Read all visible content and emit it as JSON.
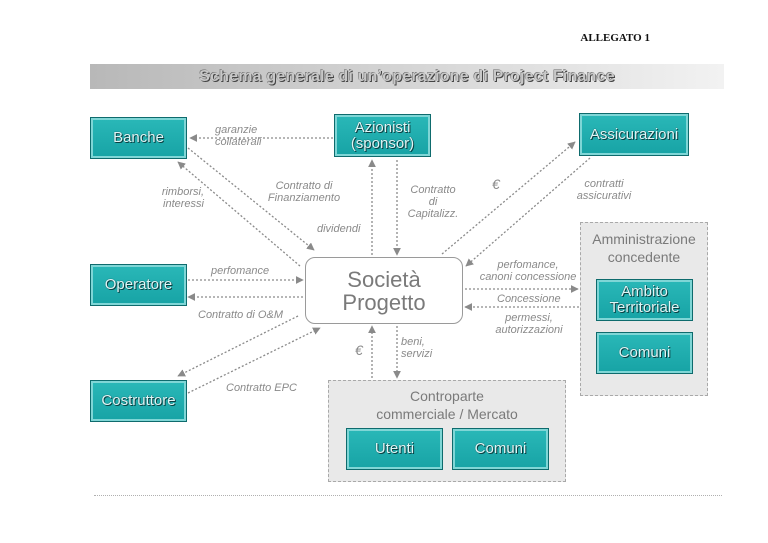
{
  "header": {
    "attachment": "ALLEGATO 1",
    "title": "Schema generale di un’operazione di Project Finance"
  },
  "nodes": {
    "banche": "Banche",
    "azionisti": "Azionisti\n(sponsor)",
    "assicurazioni": "Assicurazioni",
    "operatore": "Operatore",
    "costruttore": "Costruttore",
    "societa": "Società\nProgetto",
    "amministrazione_title": "Amministrazione\nconcedente",
    "ambito": "Ambito\nTerritoriale",
    "comuni_right": "Comuni",
    "controparte_title": "Controparte\ncommerciale / Mercato",
    "utenti": "Utenti",
    "comuni_bottom": "Comuni"
  },
  "labels": {
    "garanzie": "garanzie\ncollaterali",
    "rimborsi": "rimborsi,\ninteressi",
    "contratto_fin": "Contratto di\nFinanziamento",
    "dividendi": "dividendi",
    "contratto_cap": "Contratto\ndi\nCapitalizz.",
    "euro_symbol": "€",
    "contratti_assic": "contratti\nassicurativi",
    "perfomance_left": "perfomance",
    "contratto_om": "Contratto di O&M",
    "perfomance_right": "perfomance,\ncanoni concessione",
    "concessione": "Concessione",
    "permessi": "permessi,\nautorizzazioni",
    "beni": "beni,\nservizi",
    "contratto_epc": "Contratto EPC"
  },
  "colors": {
    "box_fill": "#1faeb0",
    "box_text": "#dff6f6",
    "panel_fill": "#e9e9e9",
    "arrow": "#8a8a8a",
    "label_text": "#8a8a8a"
  }
}
